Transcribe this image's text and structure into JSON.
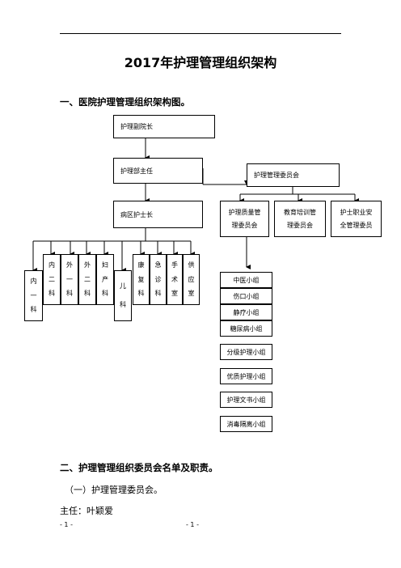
{
  "title": "2017年护理管理组织架构",
  "section1_heading": "一、医院护理管理组织架构图。",
  "org": {
    "vp": "护理副院长",
    "director": "护理部主任",
    "committee": "护理管理委员会",
    "head_nurse": "病区护士长",
    "sub_committees": [
      "护理质量管\n理委员会",
      "教育培训管\n理委员会",
      "护士职业安\n全管理委员"
    ],
    "departments": [
      {
        "chars": [
          "内",
          "一",
          "科"
        ]
      },
      {
        "chars": [
          "内",
          "二",
          "科"
        ]
      },
      {
        "chars": [
          "外",
          "一",
          "科"
        ]
      },
      {
        "chars": [
          "外",
          "二",
          "科"
        ]
      },
      {
        "chars": [
          "妇",
          "产",
          "科"
        ]
      },
      {
        "chars": [
          "儿",
          "科"
        ]
      },
      {
        "chars": [
          "康",
          "复",
          "科"
        ]
      },
      {
        "chars": [
          "急",
          "诊",
          "科"
        ]
      },
      {
        "chars": [
          "手",
          "术",
          "室"
        ]
      },
      {
        "chars": [
          "供",
          "应",
          "室"
        ]
      }
    ],
    "groups": [
      "中医小组",
      "伤口小组",
      "静疗小组",
      "糖尿病小组",
      "分级护理小组",
      "优质护理小组",
      "护理文书小组",
      "消毒隔离小组"
    ]
  },
  "section2_heading": "二、护理管理组织委员会名单及职责。",
  "subsection": "（一）护理管理委员会。",
  "chair_line": "主任：叶颖爱",
  "footer_left": "- 1 -",
  "footer_center": "- 1 -"
}
